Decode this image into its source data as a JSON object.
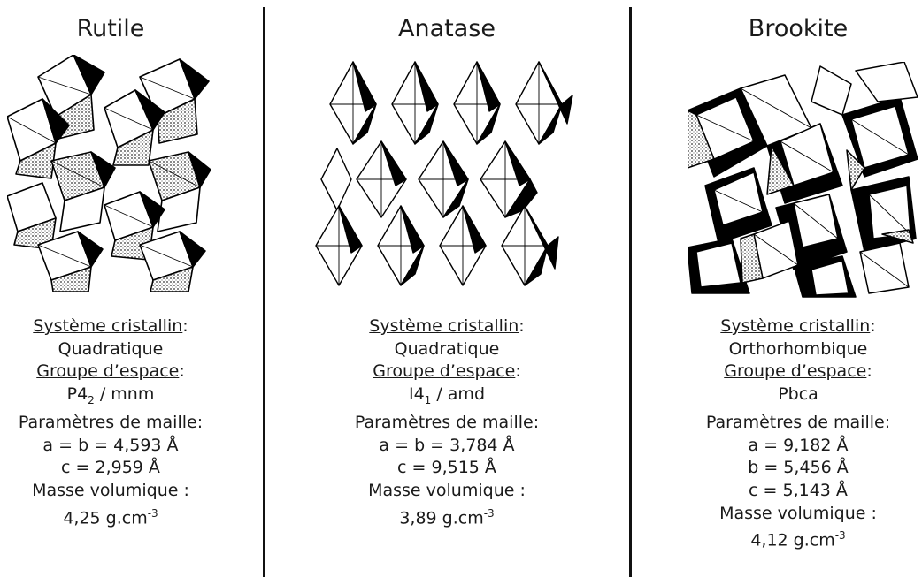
{
  "columns": [
    {
      "title": "Rutile",
      "crystal_icon": "rutile-octahedra-structure-icon",
      "system_label": "Système cristallin",
      "system_value": "Quadratique",
      "group_label": "Groupe d’espace",
      "group_main": "P4",
      "group_sub": "2",
      "group_rest": " / mnm",
      "params_label": "Paramètres de maille",
      "params": [
        "a = b = 4,593 Å",
        "c = 2,959 Å"
      ],
      "density_label": "Masse volumique",
      "density_value": "4,25 g.cm",
      "density_exp": "-3"
    },
    {
      "title": "Anatase",
      "crystal_icon": "anatase-octahedra-structure-icon",
      "system_label": "Système cristallin",
      "system_value": "Quadratique",
      "group_label": "Groupe d’espace",
      "group_main": "I4",
      "group_sub": "1",
      "group_rest": " / amd",
      "params_label": "Paramètres de maille",
      "params": [
        "a = b = 3,784 Å",
        "c = 9,515 Å"
      ],
      "density_label": "Masse volumique",
      "density_value": "3,89 g.cm",
      "density_exp": "-3"
    },
    {
      "title": "Brookite",
      "crystal_icon": "brookite-octahedra-structure-icon",
      "system_label": "Système cristallin",
      "system_value": "Orthorhombique",
      "group_label": "Groupe d’espace",
      "group_main": "Pbca",
      "group_sub": "",
      "group_rest": "",
      "params_label": "Paramètres de maille",
      "params": [
        "a = 9,182 Å",
        "b = 5,456 Å",
        "c = 5,143 Å"
      ],
      "density_label": "Masse volumique",
      "density_value": "4,12 g.cm",
      "density_exp": "-3"
    }
  ]
}
